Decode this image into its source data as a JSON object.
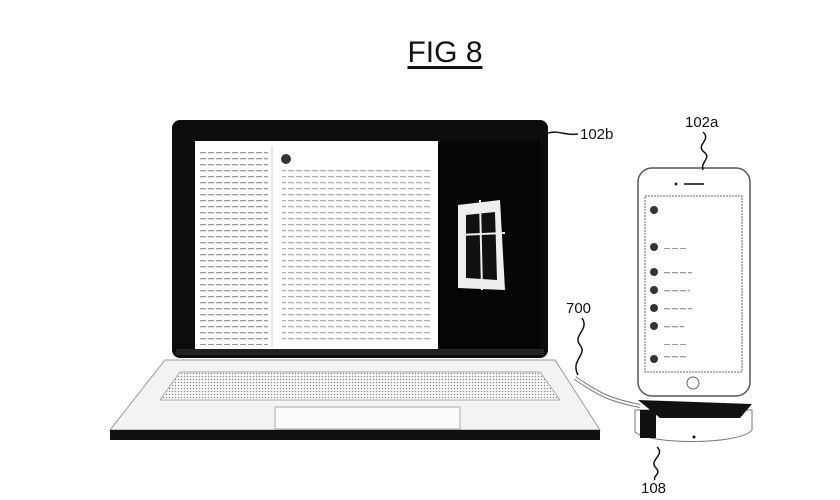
{
  "figure": {
    "title": "FIG 8"
  },
  "labels": {
    "laptop": "102b",
    "phone": "102a",
    "cable": "700",
    "dock": "108"
  },
  "colors": {
    "ink": "#111111",
    "paper": "#ffffff",
    "shade": "#bdbdbd"
  }
}
